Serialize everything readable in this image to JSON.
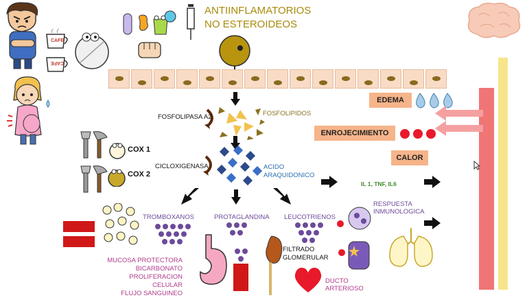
{
  "title": {
    "line1": "ANTIINFLAMATORIOS",
    "line2": "NO ESTEROIDEOS"
  },
  "cafe": {
    "top": "CAFE",
    "bottom": "CAFE"
  },
  "enzymes": {
    "fosfolipasa": "FOSFOLIPASA A2",
    "fosfolipidos": "FOSFOLIPIDOS",
    "cicloxigenasa": "CICLOXIGENASA",
    "acido_line1": "ACIDO",
    "acido_line2": "ARAQUIDONICO"
  },
  "cox": {
    "cox1": "COX 1",
    "cox2": "COX 2"
  },
  "products": {
    "tromboxanos": "TROMBOXANOS",
    "protaglandina": "PROTAGLANDINA",
    "leucotrienos": "LEUCOTRIENOS"
  },
  "effects": {
    "mucosa": [
      "MUCOSA PROTECTORA",
      "BICARBONATO",
      "PROLIFERACION CELULAR",
      "FLUJO SANGUINEO"
    ],
    "filtrado_line1": "FILTRADO",
    "filtrado_line2": "GLOMERULAR",
    "ducto_line1": "DUCTO",
    "ducto_line2": "ARTERIOSO",
    "respuesta_line1": "RESPUESTA",
    "respuesta_line2": "INMUNOLOGICA",
    "interleucinas": "IL 1,  TNF,  IL6"
  },
  "signs": {
    "edema": "EDEMA",
    "enrojecimiento": "ENROJECIMIENTO",
    "calor": "CALOR"
  },
  "colors": {
    "title": "#a88a0a",
    "accent_bar": "#f07575",
    "pale_bar": "#f8e48c",
    "signs_box": "#f6b48a",
    "enzyme_text": "#2d6fb0",
    "effect_text": "#b03a8a",
    "green_text": "#3f8a2a",
    "purple": "#6c4b9a"
  }
}
